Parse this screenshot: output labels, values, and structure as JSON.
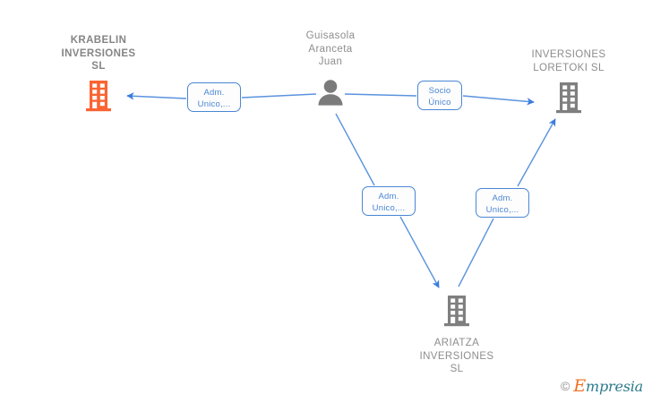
{
  "diagram": {
    "title": "Corporate relationship diagram",
    "colors": {
      "edge": "#4a86d4",
      "company_icon": "#7f7f7f",
      "highlight_company_icon": "#fa6432",
      "person_icon": "#7b7b7b",
      "label_text": "#8d8d8d",
      "chip_text": "#4a86d4"
    },
    "nodes": [
      {
        "id": "krabelin",
        "label": "KRABELIN\nINVERSIONES\nSL",
        "icon": "building-icon",
        "icon_color": "#fa6432",
        "label_position": "above",
        "emphasis": "bold"
      },
      {
        "id": "person",
        "label": "Guisasola\nAranceta\nJuan",
        "icon": "person-icon",
        "icon_color": "#7b7b7b",
        "label_position": "above",
        "emphasis": "normal"
      },
      {
        "id": "loretoki",
        "label": "INVERSIONES\nLORETOKI  SL",
        "icon": "building-icon",
        "icon_color": "#7f7f7f",
        "label_position": "above",
        "emphasis": "normal"
      },
      {
        "id": "ariatza",
        "label": "ARIATZA\nINVERSIONES\nSL",
        "icon": "building-icon",
        "icon_color": "#7f7f7f",
        "label_position": "below",
        "emphasis": "normal"
      }
    ],
    "edges": [
      {
        "id": "person-krabelin",
        "from": "person",
        "to": "krabelin",
        "label": "Adm.\nUnico,..."
      },
      {
        "id": "person-loretoki",
        "from": "person",
        "to": "loretoki",
        "label": "Socio\nÚnico"
      },
      {
        "id": "person-ariatza",
        "from": "person",
        "to": "ariatza",
        "label": "Adm.\nUnico,..."
      },
      {
        "id": "ariatza-loretoki",
        "from": "ariatza",
        "to": "loretoki",
        "label": "Adm.\nUnico,..."
      }
    ]
  },
  "footer": {
    "copyright_symbol": "©",
    "brand_initial": "E",
    "brand_rest": "mpresia"
  }
}
